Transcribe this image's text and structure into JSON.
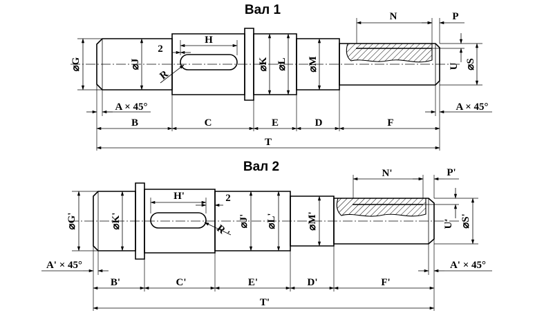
{
  "shaft1": {
    "title": "Вал 1",
    "labels": {
      "G": "⌀G",
      "J": "⌀J",
      "K": "⌀K",
      "L": "⌀L",
      "M": "⌀M",
      "S": "⌀S",
      "U": "U",
      "H": "H",
      "two": "2",
      "R": "R",
      "N": "N",
      "P": "P",
      "chamfer_left": "A × 45°",
      "chamfer_right": "A × 45°",
      "B": "B",
      "C": "C",
      "E": "E",
      "D": "D",
      "F": "F",
      "T": "T"
    }
  },
  "shaft2": {
    "title": "Вал 2",
    "labels": {
      "G": "⌀G'",
      "K": "⌀K'",
      "J": "⌀J'",
      "L": "⌀L'",
      "M": "⌀M'",
      "S": "⌀S'",
      "U": "U'",
      "H": "H'",
      "two": "2",
      "R": "R '",
      "N": "N'",
      "P": "P'",
      "chamfer_left": "A' × 45°",
      "chamfer_right": "A' × 45°",
      "B": "B'",
      "C": "C'",
      "E": "E'",
      "D": "D'",
      "F": "F'",
      "T": "T'"
    }
  }
}
